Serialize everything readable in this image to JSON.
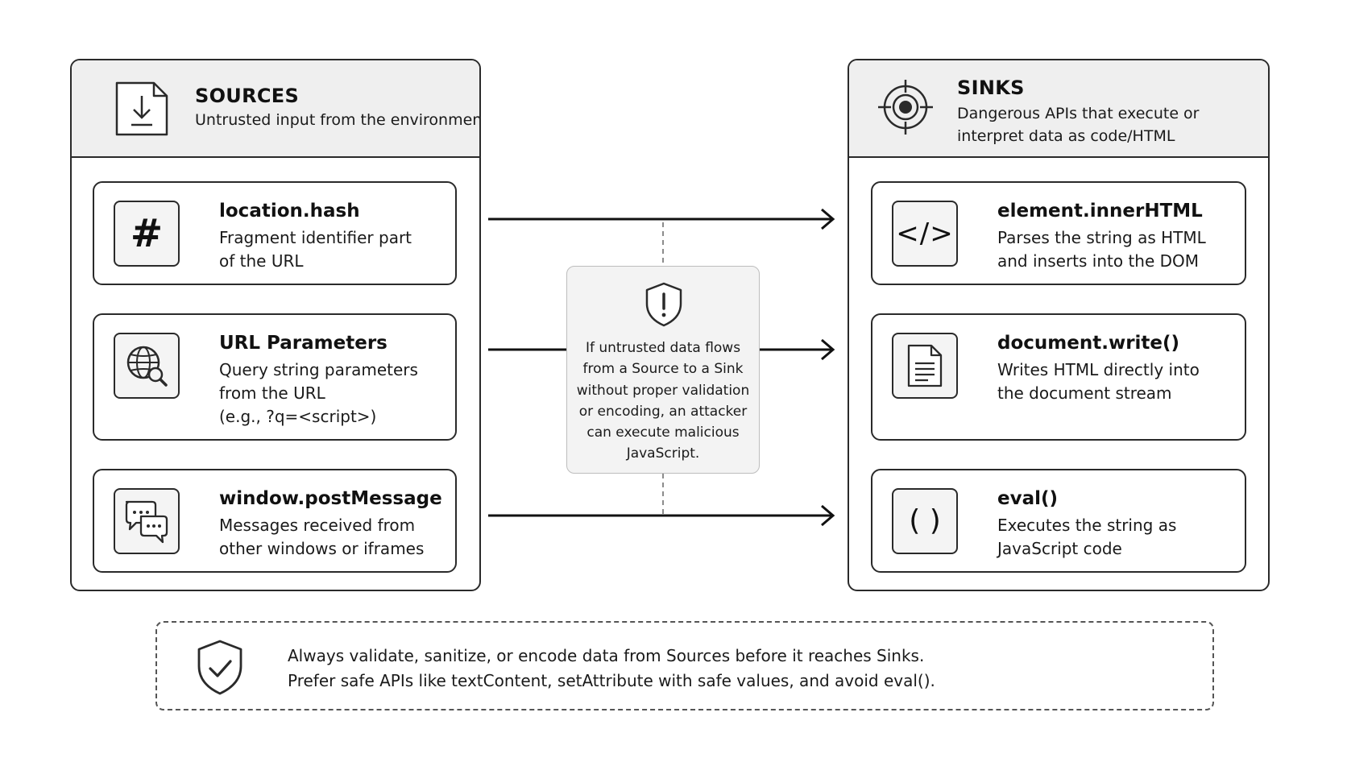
{
  "sources": {
    "title": "SOURCES",
    "subtitle": "Untrusted input from the environment",
    "items": [
      {
        "title": "location.hash",
        "desc": "Fragment identifier part\nof the URL",
        "icon": "hash-icon",
        "glyph": "#"
      },
      {
        "title": "URL Parameters",
        "desc": "Query string parameters\nfrom the URL\n(e.g., ?q=<script>)",
        "icon": "globe-search-icon"
      },
      {
        "title": "window.postMessage",
        "desc": "Messages received from\nother windows or iframes",
        "icon": "chat-bubbles-icon"
      }
    ]
  },
  "sinks": {
    "title": "SINKS",
    "subtitle_line1": "Dangerous APIs that execute or",
    "subtitle_line2": "interpret data as code/HTML",
    "items": [
      {
        "title": "element.innerHTML",
        "desc": "Parses the string as HTML\nand inserts into the DOM",
        "icon": "code-icon",
        "glyph": "</>"
      },
      {
        "title": "document.write()",
        "desc": "Writes HTML directly into\nthe document stream",
        "icon": "document-icon"
      },
      {
        "title": "eval()",
        "desc": "Executes the string as\nJavaScript code",
        "icon": "parentheses-icon",
        "glyph": "( )"
      }
    ]
  },
  "warning": {
    "text": "If untrusted data flows from a Source to a Sink without proper validation or encoding, an attacker can execute malicious JavaScript.",
    "icon": "shield-exclamation-icon"
  },
  "note": {
    "line1": "Always validate, sanitize, or encode data from Sources before it reaches Sinks.",
    "line2": "Prefer safe APIs like textContent, setAttribute with safe values, and avoid eval().",
    "icon": "shield-check-icon"
  },
  "colors": {
    "stroke": "#2a2a2a",
    "header_bg": "#efefef",
    "warning_bg": "#f3f3f3"
  }
}
